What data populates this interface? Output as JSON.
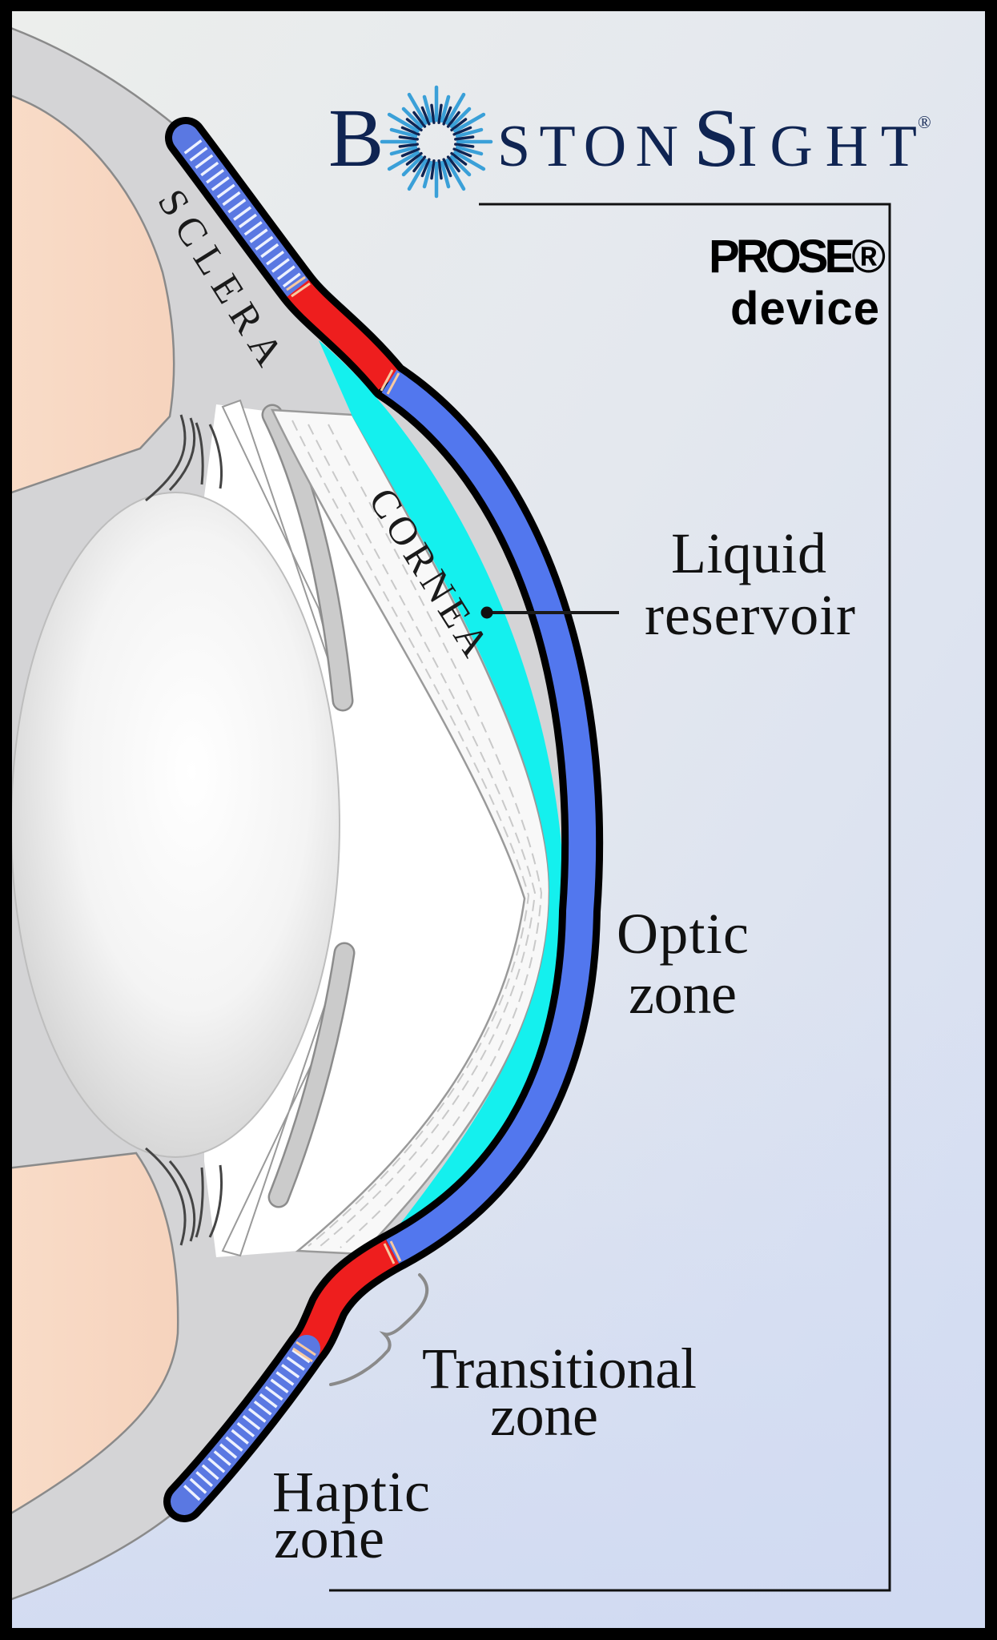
{
  "brand": {
    "full_name": "BostonSight",
    "initial": "B",
    "part1": "STON",
    "part2_initial": "S",
    "part2": "IGHT",
    "registered": "®",
    "colors": {
      "navy": "#0f2452",
      "ray_light": "#3aa0d8",
      "ray_dark": "#0f2452"
    }
  },
  "product": {
    "name": "PROSE®",
    "subtitle": "device"
  },
  "labels": {
    "sclera": "SCLERA",
    "cornea": "CORNEA",
    "liquid_reservoir": [
      "Liquid",
      "reservoir"
    ],
    "optic_zone": [
      "Optic",
      "zone"
    ],
    "transitional_zone": [
      "Transitional",
      "zone"
    ],
    "haptic_zone": [
      "Haptic",
      "zone"
    ]
  },
  "colors": {
    "haptic_zone": "#5a78e2",
    "transitional_zone": "#ee1e1e",
    "optic_zone": "#5277ee",
    "liquid_reservoir": "#14f0ee",
    "sclera": "#d4d4d6",
    "skin": "#f9d8c2",
    "device_outline": "#000000"
  }
}
